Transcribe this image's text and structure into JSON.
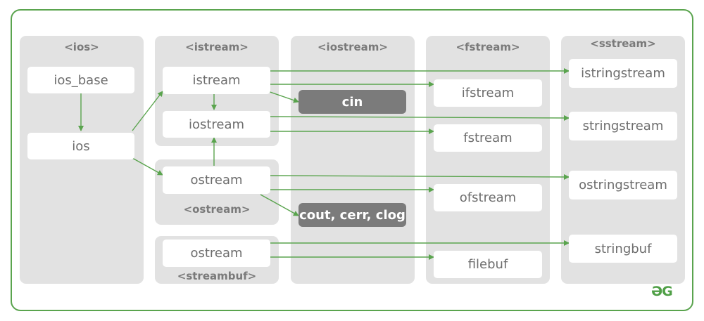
{
  "columns": {
    "ios": "<ios>",
    "istream": "<istream>",
    "iostream": "<iostream>",
    "fstream": "<fstream>",
    "sstream": "<sstream>"
  },
  "subgroups": {
    "ostream": "<ostream>",
    "streambuf": "<streambuf>"
  },
  "nodes": {
    "ios_base": "ios_base",
    "ios": "ios",
    "istream": "istream",
    "iostream": "iostream",
    "ostream": "ostream",
    "ostream_buf": "ostream",
    "cin": "cin",
    "cout": "cout, cerr, clog",
    "ifstream": "ifstream",
    "fstream": "fstream",
    "ofstream": "ofstream",
    "filebuf": "filebuf",
    "istringstream": "istringstream",
    "stringstream": "stringstream",
    "ostringstream": "ostringstream",
    "stringbuf": "stringbuf"
  },
  "logo": "ƏG",
  "colors": {
    "arrow": "#5aa44e",
    "frame": "#5aa44e",
    "panel": "#e2e2e2",
    "dark_box": "#7b7b7b"
  }
}
